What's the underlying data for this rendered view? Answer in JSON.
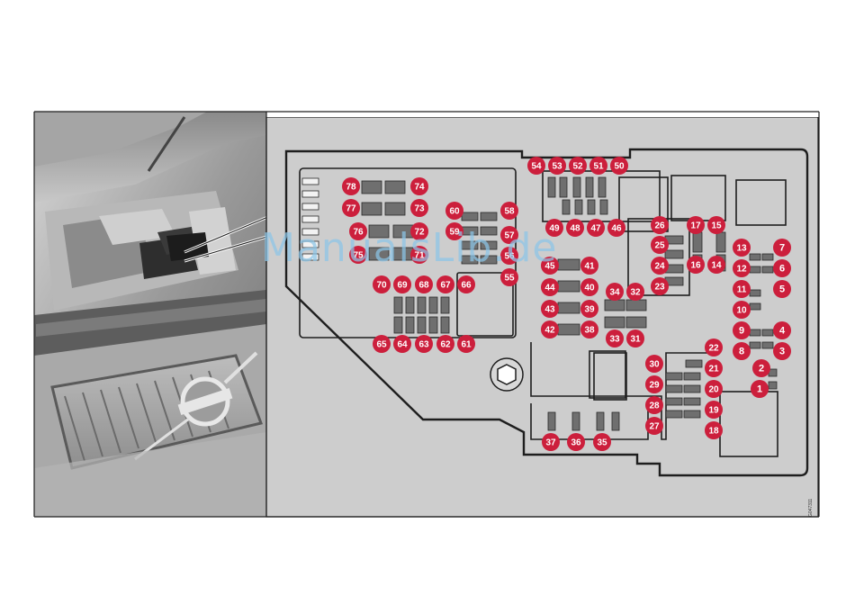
{
  "figure": {
    "watermark": "ManualsLib.de",
    "image_code": "G047311",
    "fuse_numbers": [
      "1",
      "2",
      "3",
      "4",
      "5",
      "6",
      "7",
      "8",
      "9",
      "10",
      "11",
      "12",
      "13",
      "14",
      "15",
      "16",
      "17",
      "18",
      "19",
      "20",
      "21",
      "22",
      "23",
      "24",
      "25",
      "26",
      "27",
      "28",
      "29",
      "30",
      "31",
      "32",
      "33",
      "34",
      "35",
      "36",
      "37",
      "38",
      "39",
      "40",
      "41",
      "42",
      "43",
      "44",
      "45",
      "46",
      "47",
      "48",
      "49",
      "50",
      "51",
      "52",
      "53",
      "54",
      "55",
      "56",
      "57",
      "58",
      "59",
      "60",
      "61",
      "62",
      "63",
      "64",
      "65",
      "66",
      "67",
      "68",
      "69",
      "70",
      "71",
      "72",
      "73",
      "74",
      "75",
      "76",
      "77",
      "78"
    ],
    "colors": {
      "badge": "#cc1f3c",
      "panel_background": "#cdcdcd",
      "outline": "#1e1e1e",
      "fuse_slot": "#6f6f6f",
      "watermark": "#8cc6e8"
    }
  }
}
